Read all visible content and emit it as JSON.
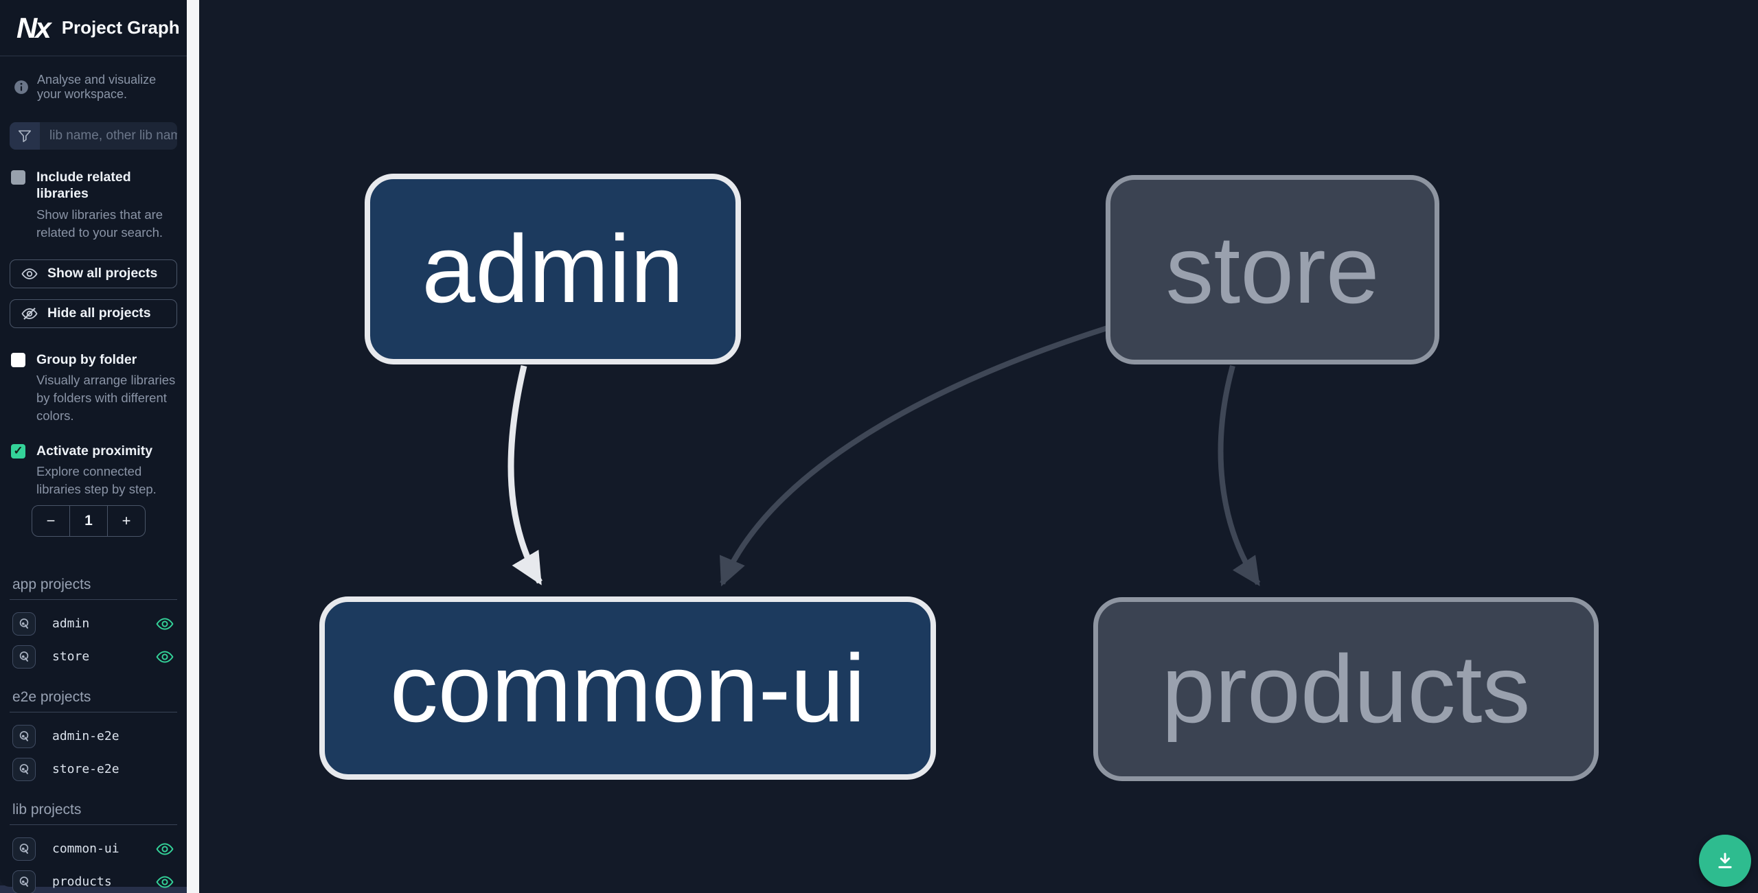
{
  "header": {
    "logo_text": "Nx",
    "title": "Project Graph"
  },
  "sidebar": {
    "tagline": "Analyse and visualize your workspace.",
    "search": {
      "placeholder": "lib name, other lib name",
      "value": ""
    },
    "checkboxes": [
      {
        "label": "Include related libraries",
        "description": "Show libraries that are related to your search.",
        "checked": false
      },
      {
        "label": "Group by folder",
        "description": "Visually arrange libraries by folders with different colors.",
        "checked": false
      },
      {
        "label": "Activate proximity",
        "description": "Explore connected libraries step by step.",
        "checked": true
      }
    ],
    "buttons": [
      {
        "label": "Show all projects",
        "icon": "eye-icon"
      },
      {
        "label": "Hide all projects",
        "icon": "eye-off-icon"
      }
    ],
    "stepper": {
      "decrement": "−",
      "value": "1",
      "increment": "+"
    },
    "sections": [
      {
        "title": "app projects",
        "items": [
          {
            "name": "admin",
            "visible": true
          },
          {
            "name": "store",
            "visible": true
          }
        ]
      },
      {
        "title": "e2e projects",
        "items": [
          {
            "name": "admin-e2e",
            "visible": false
          },
          {
            "name": "store-e2e",
            "visible": false
          }
        ]
      },
      {
        "title": "lib projects",
        "items": [
          {
            "name": "common-ui",
            "visible": true
          },
          {
            "name": "products",
            "visible": true
          }
        ]
      }
    ]
  },
  "graph": {
    "nodes": [
      {
        "id": "admin",
        "label": "admin",
        "state": "focused"
      },
      {
        "id": "store",
        "label": "store",
        "state": "dimmed"
      },
      {
        "id": "common-ui",
        "label": "common-ui",
        "state": "focused"
      },
      {
        "id": "products",
        "label": "products",
        "state": "dimmed"
      }
    ],
    "edges": [
      {
        "from": "admin",
        "to": "common-ui",
        "state": "highlighted"
      },
      {
        "from": "store",
        "to": "common-ui",
        "state": "dimmed"
      },
      {
        "from": "store",
        "to": "products",
        "state": "dimmed"
      }
    ]
  },
  "icons": {
    "check": "✓"
  },
  "fab": {
    "icon": "download-icon"
  },
  "colors": {
    "accent_green": "#34d399",
    "fab_green": "#2ebc8f",
    "node_focused_bg": "#1c3a5e",
    "node_focused_border": "#e7e9ed",
    "node_dimmed_bg": "#3b4352",
    "node_dimmed_border": "#8e95a1",
    "edge_highlight": "#e7e9ed",
    "edge_dimmed": "#3f4756",
    "sidebar_bg": "#101724",
    "canvas_bg": "#131a28"
  }
}
